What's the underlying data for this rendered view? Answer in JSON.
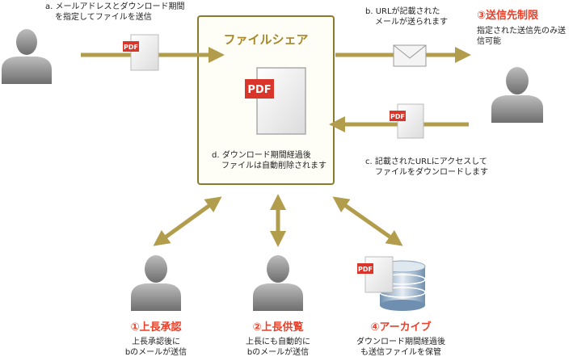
{
  "colors": {
    "arrow": "#b29d4d",
    "box_border": "#8a7a2e",
    "box_fill": "#fffef6",
    "title": "#a8872a",
    "accent_red": "#e8402a",
    "person": "#8c8c8c",
    "pdf_red": "#d9352a"
  },
  "share_box": {
    "title": "ファイルシェア",
    "note_d": [
      "d. ダウンロード期間経過後",
      "ファイルは自動削除されます"
    ]
  },
  "steps": {
    "a": [
      "a. メールアドレスとダウンロード期間",
      "を指定してファイルを送信"
    ],
    "b": [
      "b. URLが記載された",
      "メールが送られます"
    ],
    "c": [
      "c. 記載されたURLにアクセスして",
      "ファイルをダウンロードします"
    ]
  },
  "features": {
    "f3": {
      "title": "③送信先制限",
      "desc": [
        "指定された送信先のみ送",
        "信可能"
      ]
    },
    "f1": {
      "title": "①上長承認",
      "desc": [
        "上長承認後に",
        "bのメールが送信"
      ]
    },
    "f2": {
      "title": "②上長供覧",
      "desc": [
        "上長にも自動的に",
        "bのメールが送信"
      ]
    },
    "f4": {
      "title": "④アーカイブ",
      "desc": [
        "ダウンロード期間経過後",
        "も送信ファイルを保管"
      ]
    }
  },
  "icons": {
    "pdf_label": "PDF",
    "sender": "person-icon",
    "recipient": "person-icon",
    "mail": "envelope-icon",
    "archive": "database-icon"
  }
}
